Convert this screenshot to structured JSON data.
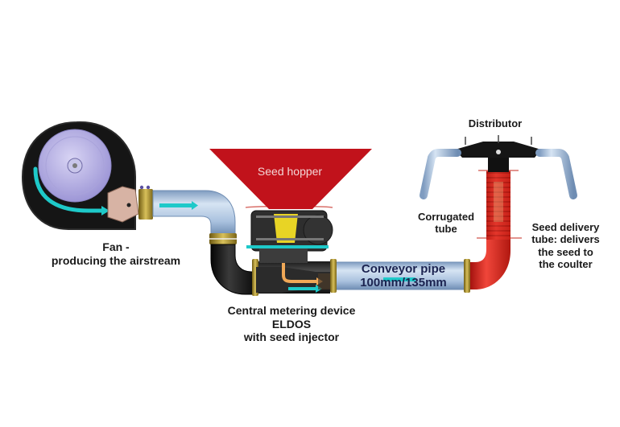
{
  "diagram": {
    "title": "Pneumatic seed conveying system",
    "colors": {
      "background": "#ffffff",
      "hopper": "#c1121b",
      "pipe_blue": "#a9c4e0",
      "fan_housing": "#161616",
      "fan_impeller": "#b9b3e3",
      "airflow_arrow": "#1ec9c9",
      "seed_arrow": "#f0a857",
      "delivery_tube": "#d8241c",
      "metering_yellow": "#e8d425",
      "clamp_gold": "#b69a2a"
    },
    "labels": {
      "fan": {
        "line1": "Fan -",
        "line2": "producing the airstream"
      },
      "seed_hopper": "Seed hopper",
      "metering": {
        "line1": "Central metering device",
        "line2": "ELDOS",
        "line3": "with seed injector"
      },
      "conveyor": {
        "line1": "Conveyor pipe",
        "line2": "100mm/135mm"
      },
      "distributor": "Distributor",
      "corrugated": {
        "line1": "Corrugated",
        "line2": "tube"
      },
      "delivery": {
        "line1": "Seed delivery",
        "line2": "tube: delivers",
        "line3": "the seed to",
        "line4": "the coulter"
      }
    },
    "components": [
      {
        "name": "fan",
        "icon": "fan-icon"
      },
      {
        "name": "pipe-elbow",
        "icon": "pipe-icon"
      },
      {
        "name": "seed-hopper",
        "icon": "hopper-icon"
      },
      {
        "name": "metering-device",
        "icon": "metering-icon"
      },
      {
        "name": "conveyor-pipe",
        "icon": "pipe-icon"
      },
      {
        "name": "corrugated-tube",
        "icon": "tube-icon"
      },
      {
        "name": "distributor",
        "icon": "distributor-icon"
      }
    ]
  }
}
